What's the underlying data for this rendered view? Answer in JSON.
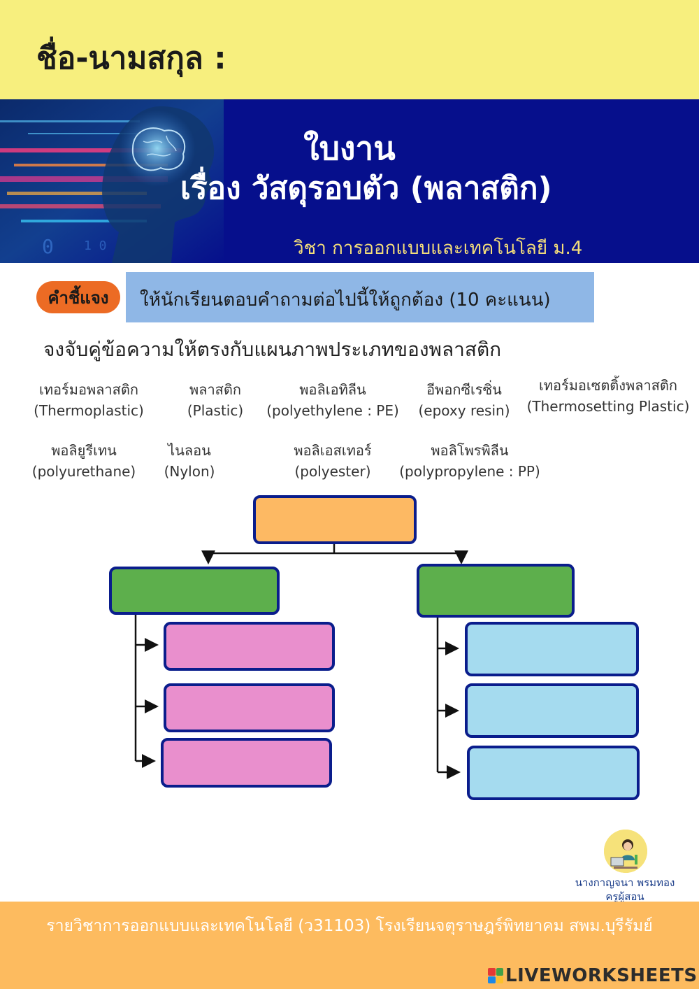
{
  "header": {
    "name_label": "ชื่อ-นามสกุล :"
  },
  "banner": {
    "title_line1": "ใบงาน",
    "title_line2": "เรื่อง วัสดุรอบตัว (พลาสติก)",
    "subject": "วิชา การออกแบบและเทคโนโลยี ม.4"
  },
  "instructions": {
    "tag": "คำชี้แจง",
    "text": "ให้นักเรียนตอบคำถามต่อไปนี้ให้ถูกต้อง  (10 คะแนน)"
  },
  "question": "จงจับคู่ข้อความให้ตรงกับแผนภาพประเภทของพลาสติก",
  "terms": [
    {
      "thai": "เทอร์มอพลาสติก",
      "english": "(Thermoplastic)"
    },
    {
      "thai": "พลาสติก",
      "english": "(Plastic)"
    },
    {
      "thai": "พอลิเอทิลีน",
      "english": "(polyethylene : PE)"
    },
    {
      "thai": "อีพอกซีเรซิ่น",
      "english": "(epoxy resin)"
    },
    {
      "thai": "เทอร์มอเซตติ้งพลาสติก",
      "english": "(Thermosetting Plastic)"
    },
    {
      "thai": "พอลิยูรีเทน",
      "english": "(polyurethane)"
    },
    {
      "thai": "ไนลอน",
      "english": "(Nylon)"
    },
    {
      "thai": "พอลิเอสเทอร์",
      "english": "(polyester)"
    },
    {
      "thai": "พอลิโพรพิลีน",
      "english": "(polypropylene : PP)"
    }
  ],
  "teacher": {
    "name": "นางกาญจนา  พรมทอง",
    "role": "ครูผู้สอน"
  },
  "footer": {
    "text": "รายวิชาการออกแบบและเทคโนโลยี  (ว31103)  โรงเรียนจตุราษฎร์พิทยาคม สพม.บุรีรัมย์"
  },
  "branding": {
    "logo_text": "LIVEWORKSHEETS",
    "logo_icon": "liveworksheets-icon"
  },
  "colors": {
    "header_band": "#f7ef7e",
    "banner": "#060f8c",
    "instruction_box": "#8fb7e6",
    "instruction_tag": "#ec6b24",
    "root_box": "#fdb963",
    "category_box": "#5daf4c",
    "left_answer_box": "#e98fcd",
    "right_answer_box": "#a5dbef",
    "box_border": "#0a1d8c",
    "footer": "#fdbb5f"
  }
}
